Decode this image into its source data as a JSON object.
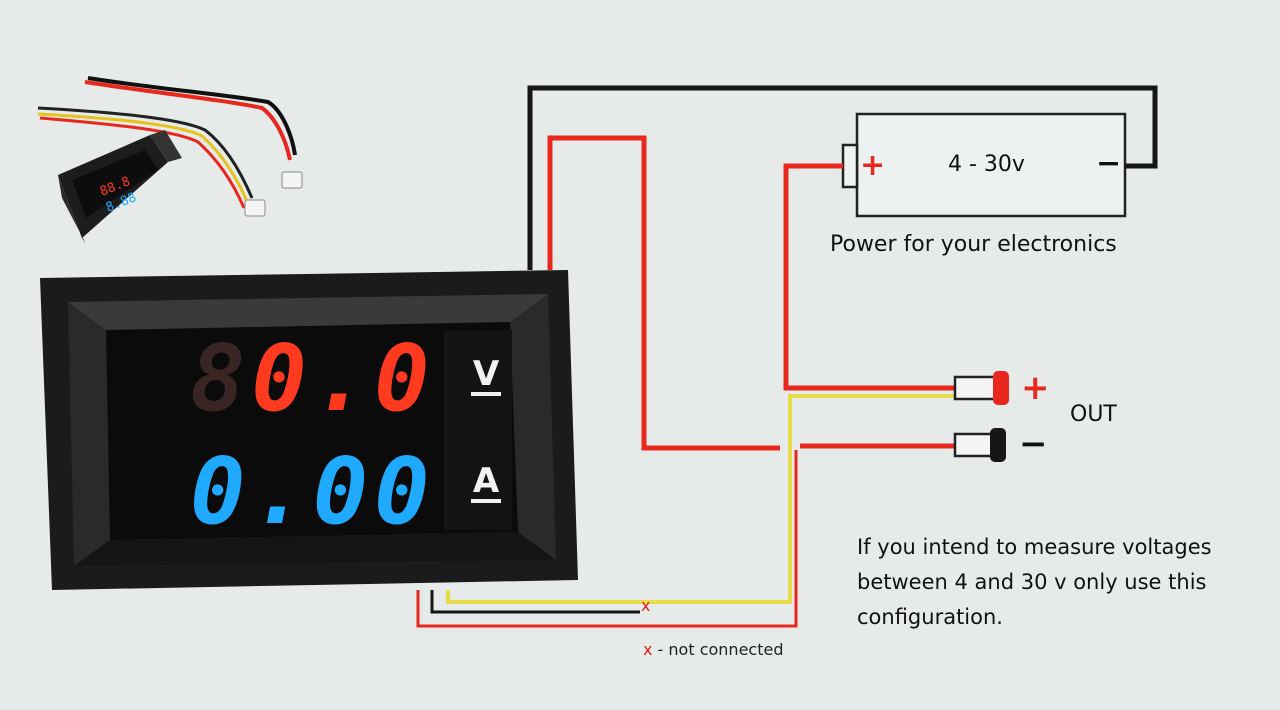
{
  "battery": {
    "voltage_label": "4 - 30v",
    "plus_symbol": "+",
    "minus_symbol": "−",
    "caption": "Power for your electronics"
  },
  "output": {
    "label": "OUT",
    "plus_symbol": "+",
    "minus_symbol": "−"
  },
  "note": {
    "line1": "If you intend to measure voltages",
    "line2": "between 4 and 30 v only use this",
    "line3": "configuration."
  },
  "not_connected": {
    "x_mark": "x",
    "x": "x",
    "text": " - not connected"
  },
  "meter": {
    "voltage_display": "0.0",
    "current_display": "0.00",
    "voltage_unit": "V",
    "current_unit": "A",
    "voltage_color": "#ff3a1e",
    "current_color": "#1fa9ff"
  },
  "wire_colors": {
    "black": "#161616",
    "red": "#e8281e",
    "yellow": "#e6dc4a"
  }
}
